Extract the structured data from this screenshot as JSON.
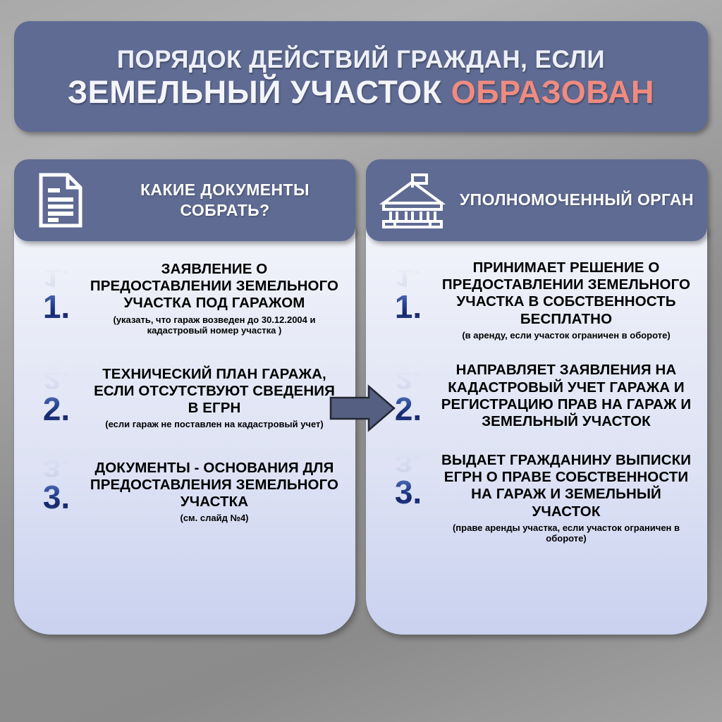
{
  "title": {
    "line1": "ПОРЯДОК ДЕЙСТВИЙ ГРАЖДАН, ЕСЛИ",
    "line2_white": "ЗЕМЕЛЬНЫЙ УЧАСТОК",
    "line2_accent": "ОБРАЗОВАН"
  },
  "colors": {
    "banner": "#5F6B93",
    "accent": "#EF8B80",
    "panel_top": "#F2F4FB",
    "panel_bottom": "#C9D1EF",
    "number": "#1E3275",
    "background": "#9A9A9A"
  },
  "columns": [
    {
      "id": "documents",
      "icon": "document-icon",
      "header": "КАКИЕ ДОКУМЕНТЫ СОБРАТЬ?",
      "steps": [
        {
          "number": "1.",
          "main": "ЗАЯВЛЕНИЕ О ПРЕДОСТАВЛЕНИИ ЗЕМЕЛЬНОГО УЧАСТКА ПОД ГАРАЖОМ",
          "note": "(указать, что гараж возведен до 30.12.2004 и кадастровый номер участка )"
        },
        {
          "number": "2.",
          "main": "ТЕХНИЧЕСКИЙ ПЛАН ГАРАЖА, ЕСЛИ ОТСУТСТВУЮТ СВЕДЕНИЯ В ЕГРН",
          "note": "(если гараж не поставлен на кадастровый учет)"
        },
        {
          "number": "3.",
          "main": "ДОКУМЕНТЫ - ОСНОВАНИЯ ДЛЯ ПРЕДОСТАВЛЕНИЯ ЗЕМЕЛЬНОГО УЧАСТКА",
          "note": "(см. слайд №4)"
        }
      ]
    },
    {
      "id": "authority",
      "icon": "government-building-icon",
      "header": "УПОЛНОМОЧЕННЫЙ ОРГАН",
      "steps": [
        {
          "number": "1.",
          "main": "ПРИНИМАЕТ РЕШЕНИЕ О ПРЕДОСТАВЛЕНИИ ЗЕМЕЛЬНОГО УЧАСТКА В СОБСТВЕННОСТЬ БЕСПЛАТНО",
          "note": "(в аренду, если участок ограничен в обороте)"
        },
        {
          "number": "2.",
          "main": "НАПРАВЛЯЕТ ЗАЯВЛЕНИЯ НА КАДАСТРОВЫЙ УЧЕТ ГАРАЖА И РЕГИСТРАЦИЮ ПРАВ НА ГАРАЖ И ЗЕМЕЛЬНЫЙ УЧАСТОК",
          "note": ""
        },
        {
          "number": "3.",
          "main": "ВЫДАЕТ ГРАЖДАНИНУ ВЫПИСКИ ЕГРН О ПРАВЕ СОБСТВЕННОСТИ НА ГАРАЖ И ЗЕМЕЛЬНЫЙ УЧАСТОК",
          "note": "(праве аренды участка, если участок ограничен в обороте)"
        }
      ]
    }
  ],
  "connector": {
    "icon": "right-arrow-icon",
    "direction": "right"
  }
}
